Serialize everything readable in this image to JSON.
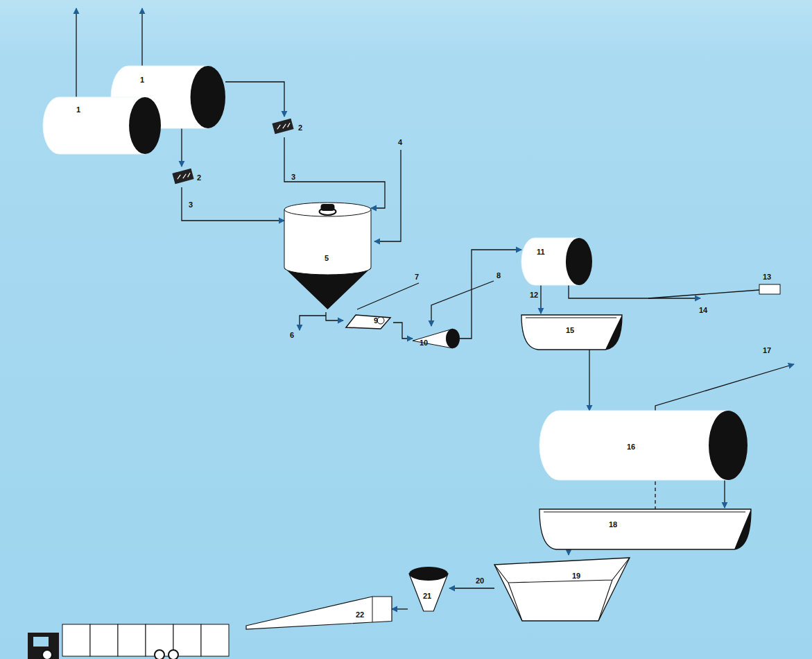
{
  "diagram": {
    "nodes": [
      {
        "text": [
          "1"
        ]
      },
      {
        "text": [
          "1"
        ]
      },
      {
        "text": [
          "2"
        ]
      },
      {
        "text": [
          "2"
        ]
      },
      {
        "text": [
          "5"
        ]
      },
      {
        "text": [
          "9"
        ]
      },
      {
        "text": [
          "10"
        ]
      },
      {
        "text": [
          "11"
        ]
      },
      {
        "text": [
          "15"
        ]
      },
      {
        "text": [
          "16"
        ]
      },
      {
        "text": [
          "18"
        ]
      },
      {
        "text": [
          "19"
        ]
      },
      {
        "text": [
          "21"
        ]
      },
      {
        "text": [
          "22"
        ]
      }
    ],
    "edges": [
      {
        "from": 0,
        "to": 2,
        "arrow": "to"
      },
      {
        "from": 2,
        "to": 4,
        "arrow": "to"
      },
      {
        "from": 1,
        "to": 3,
        "arrow": "to"
      },
      {
        "from": 3,
        "to": 4,
        "arrow": "to"
      },
      {
        "from": 4,
        "to": 5,
        "arrow": "to"
      },
      {
        "from": 5,
        "to": 6,
        "arrow": "to"
      },
      {
        "from": 6,
        "to": 7,
        "arrow": "to"
      },
      {
        "from": 7,
        "to": 8,
        "arrow": "to"
      },
      {
        "from": 8,
        "to": 9,
        "arrow": "to"
      },
      {
        "from": 9,
        "to": 10,
        "arrow": "to"
      },
      {
        "from": 10,
        "to": 11,
        "arrow": "to"
      },
      {
        "from": 11,
        "to": 12,
        "arrow": "to"
      },
      {
        "from": 12,
        "to": 13,
        "arrow": "to"
      }
    ],
    "labels": [
      "3",
      "3",
      "4",
      "6",
      "7",
      "8",
      "12",
      "13",
      "14",
      "17",
      "20"
    ]
  }
}
